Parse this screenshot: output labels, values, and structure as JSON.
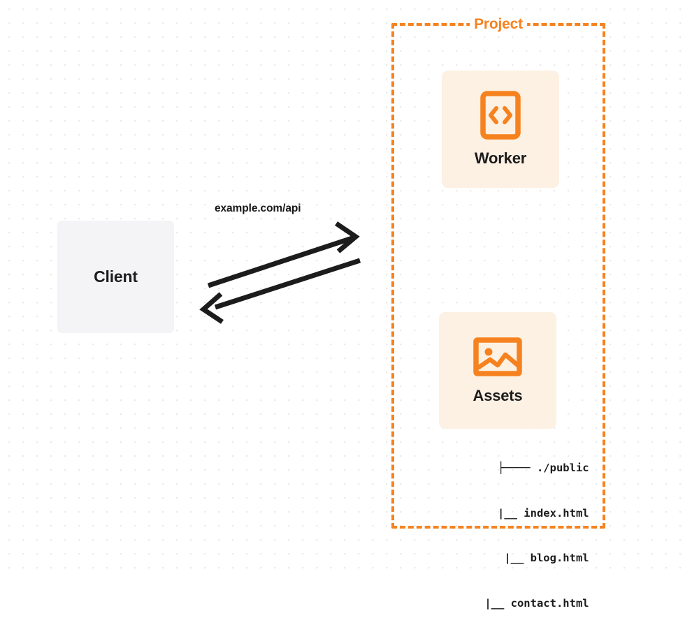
{
  "diagram": {
    "background": {
      "dot_color": "#ebebed",
      "page_color": "#ffffff"
    },
    "accent_color": "#f6821f",
    "card_color": "#fdf1e4",
    "client_color": "#f4f4f6",
    "text_color": "#1c1c1c"
  },
  "client": {
    "label": "Client",
    "icon": "client-box-icon"
  },
  "connection": {
    "label": "example.com/api",
    "request_arrow": "arrow-right-icon",
    "response_arrow": "arrow-left-icon",
    "stroke_color": "#1c1c1c"
  },
  "project": {
    "title": "Project",
    "border_style": "dashed",
    "border_color": "#f6821f",
    "cards": [
      {
        "label": "Worker",
        "icon": "code-brackets-icon",
        "icon_color": "#f6821f"
      },
      {
        "label": "Assets",
        "icon": "image-picture-icon",
        "icon_color": "#f6821f"
      }
    ],
    "file_tree": {
      "rows": [
        {
          "connector": "├────",
          "name": "./public"
        },
        {
          "connector": "|__",
          "name": "index.html"
        },
        {
          "connector": "|__",
          "name": "blog.html"
        },
        {
          "connector": "|__",
          "name": "contact.html"
        }
      ]
    }
  }
}
